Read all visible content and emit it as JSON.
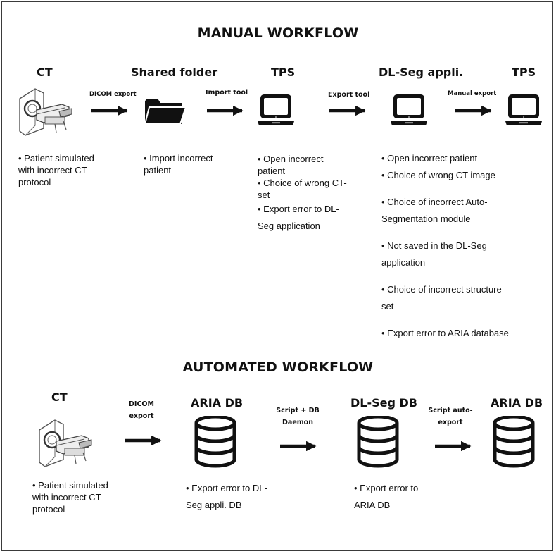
{
  "manual": {
    "title": "MANUAL WORKFLOW",
    "nodes": [
      {
        "title": "CT",
        "icon": "ct-scanner-icon"
      },
      {
        "title": "Shared folder",
        "icon": "folder-icon"
      },
      {
        "title": "TPS",
        "icon": "laptop-icon"
      },
      {
        "title": "DL-Seg appli.",
        "icon": "laptop-icon"
      },
      {
        "title": "TPS",
        "icon": "laptop-icon"
      }
    ],
    "edges": [
      {
        "label": "DICOM export"
      },
      {
        "label": "Import tool"
      },
      {
        "label": "Export tool"
      },
      {
        "label": "Manual export"
      }
    ],
    "notes": {
      "ct": [
        "Patient simulated with incorrect CT protocol"
      ],
      "shared": [
        "Import incorrect patient"
      ],
      "tps": [
        "Open incorrect patient",
        "Choice of wrong CT-set",
        "Export error to DL-Seg application"
      ],
      "dlseg": [
        "Open incorrect patient",
        "Choice of wrong CT image",
        "Choice of incorrect Auto-Segmentation module",
        "Not saved in the DL-Seg application",
        "Choice of incorrect structure set",
        "Export error to ARIA database"
      ]
    }
  },
  "automated": {
    "title": "AUTOMATED WORKFLOW",
    "nodes": [
      {
        "title": "CT",
        "icon": "ct-scanner-icon"
      },
      {
        "title": "ARIA DB",
        "icon": "database-icon"
      },
      {
        "title": "DL-Seg DB",
        "icon": "database-icon"
      },
      {
        "title": "ARIA DB",
        "icon": "database-icon"
      }
    ],
    "edges": [
      {
        "label_line1": "DICOM",
        "label_line2": "export"
      },
      {
        "label_line1": "Script + DB",
        "label_line2": "Daemon"
      },
      {
        "label_line1": "Script auto-",
        "label_line2": "export"
      }
    ],
    "notes": {
      "ct": [
        "Patient simulated with incorrect CT protocol"
      ],
      "aria": [
        "Export error to DL-Seg appli. DB"
      ],
      "dlseg": [
        "Export error to ARIA DB"
      ]
    }
  },
  "colors": {
    "ink": "#111111",
    "frame": "#3a3a3a"
  }
}
